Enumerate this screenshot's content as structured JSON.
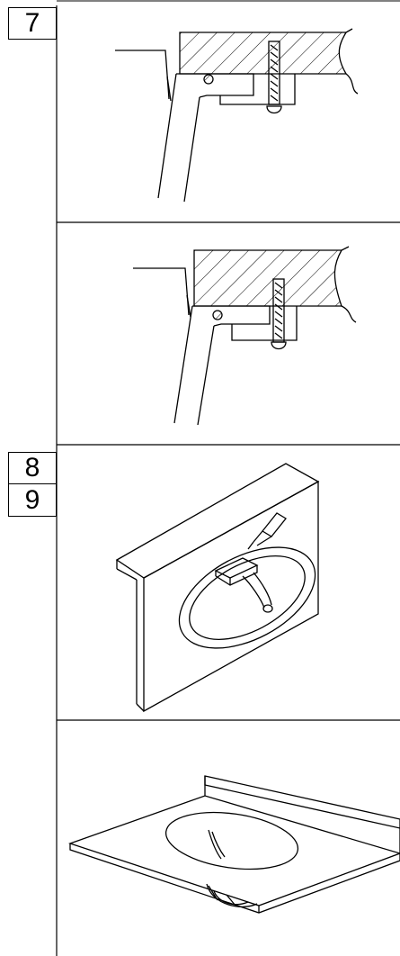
{
  "steps": [
    {
      "number": "7"
    },
    {
      "number": "8"
    },
    {
      "number": "9"
    }
  ],
  "panels": [
    {
      "step": "7",
      "illustration": "countertop-bracket-screw-icon"
    },
    {
      "step": "7",
      "illustration": "countertop-bracket-screw-variant-icon"
    },
    {
      "step": "8",
      "illustration": "sink-in-countertop-icon"
    },
    {
      "step": "9",
      "illustration": "vanity-top-with-sink-icon"
    }
  ],
  "colors": {
    "line": "#000000",
    "background": "#ffffff"
  }
}
